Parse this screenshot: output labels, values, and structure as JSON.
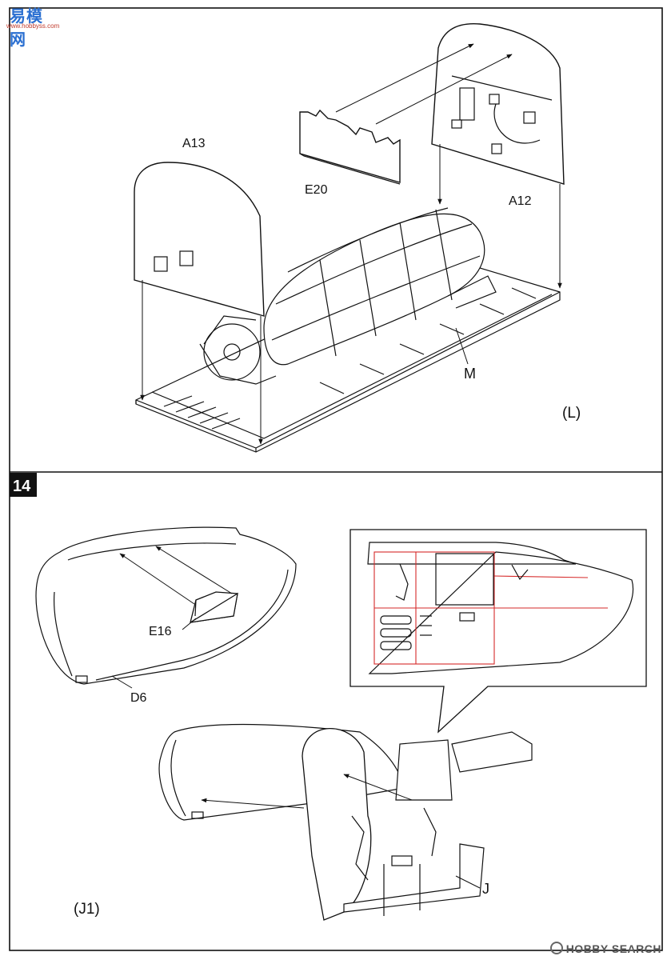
{
  "page": {
    "step_number": "14",
    "watermark_top_cn": "易模网",
    "watermark_top_url": "www.hobbyss.com",
    "watermark_bottom": "HOBBY SEARCH"
  },
  "panel_top": {
    "parts": {
      "a13": "A13",
      "e20": "E20",
      "a12": "A12",
      "m": "M"
    },
    "sub_assembly": "(L)"
  },
  "panel_bottom": {
    "parts": {
      "e16": "E16",
      "d6": "D6",
      "j": "J"
    },
    "sub_assembly": "(J1)"
  },
  "colors": {
    "ink": "#111111",
    "highlight": "#d62a2a",
    "step_box": "#111111"
  }
}
